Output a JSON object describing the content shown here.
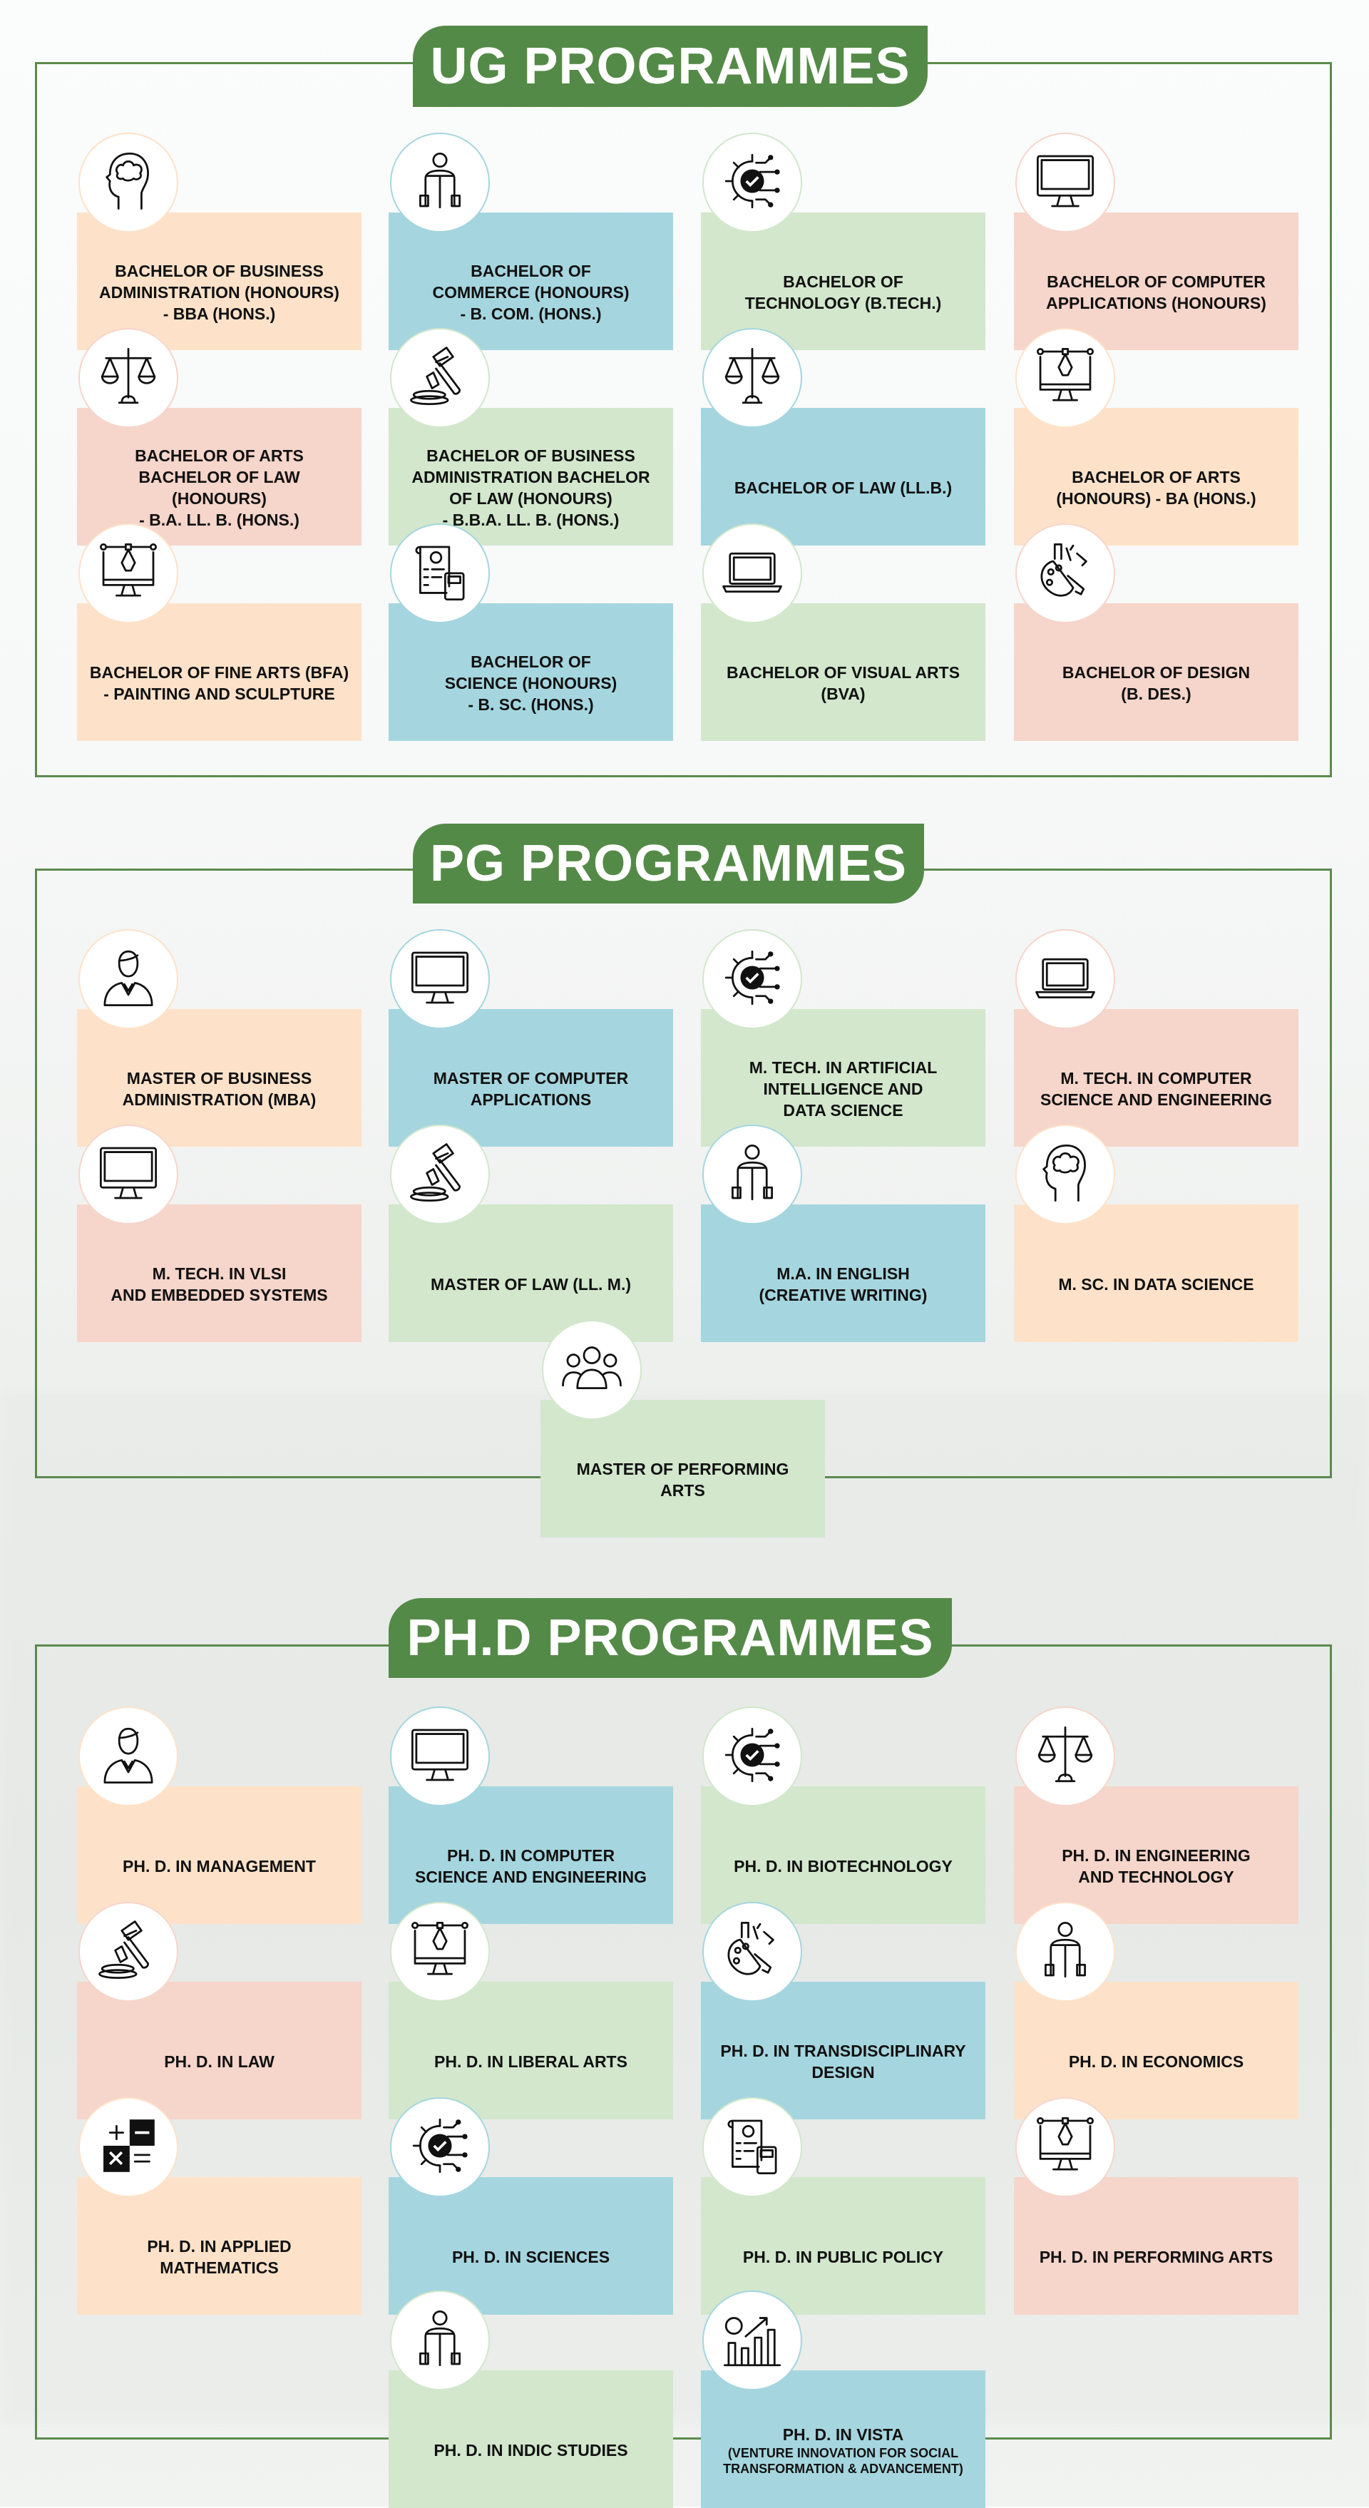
{
  "palette": {
    "peach": "#fde2c9",
    "blue": "#a5d6df",
    "green": "#d2e7cc",
    "pink": "#f6d5ca",
    "brand_green": "#548a47"
  },
  "sections": [
    {
      "title": "UG PROGRAMMES",
      "cards": [
        {
          "label": "BACHELOR OF BUSINESS\nADMINISTRATION (HONOURS)\n- BBA (HONS.)",
          "icon": "brain-head-icon",
          "color": "peach"
        },
        {
          "label": "BACHELOR OF\nCOMMERCE (HONOURS)\n- B. COM. (HONS.)",
          "icon": "reader-icon",
          "color": "blue"
        },
        {
          "label": "BACHELOR OF\nTECHNOLOGY (B.TECH.)",
          "icon": "gear-check-icon",
          "color": "green"
        },
        {
          "label": "BACHELOR OF COMPUTER\nAPPLICATIONS (HONOURS)",
          "icon": "monitor-icon",
          "color": "pink"
        },
        {
          "label": "BACHELOR OF ARTS\nBACHELOR OF LAW\n(HONOURS)\n- B.A. LL. B. (HONS.)",
          "icon": "scales-icon",
          "color": "pink"
        },
        {
          "label": "BACHELOR OF BUSINESS\nADMINISTRATION BACHELOR\nOF LAW (HONOURS)\n- B.B.A. LL. B. (HONS.)",
          "icon": "gavel-icon",
          "color": "green"
        },
        {
          "label": "BACHELOR OF LAW (LL.B.)",
          "icon": "scales-icon",
          "color": "blue"
        },
        {
          "label": "BACHELOR OF ARTS\n(HONOURS) - BA (HONS.)",
          "icon": "pen-monitor-icon",
          "color": "peach"
        },
        {
          "label": "BACHELOR OF FINE ARTS (BFA)\n- PAINTING AND SCULPTURE",
          "icon": "pen-monitor-icon",
          "color": "peach"
        },
        {
          "label": "BACHELOR OF\nSCIENCE (HONOURS)\n- B. SC. (HONS.)",
          "icon": "bill-calculator-icon",
          "color": "blue"
        },
        {
          "label": "BACHELOR OF VISUAL ARTS\n(BVA)",
          "icon": "laptop-icon",
          "color": "green"
        },
        {
          "label": "BACHELOR OF DESIGN\n(B. DES.)",
          "icon": "palette-icon",
          "color": "pink"
        }
      ]
    },
    {
      "title": "PG PROGRAMMES",
      "cards": [
        {
          "label": "MASTER OF BUSINESS\nADMINISTRATION (MBA)",
          "icon": "businessman-icon",
          "color": "peach"
        },
        {
          "label": "MASTER OF COMPUTER\nAPPLICATIONS",
          "icon": "monitor-icon",
          "color": "blue"
        },
        {
          "label": "M. TECH. IN ARTIFICIAL\nINTELLIGENCE AND\nDATA SCIENCE",
          "icon": "gear-check-icon",
          "color": "green"
        },
        {
          "label": "M. TECH. IN COMPUTER\nSCIENCE AND ENGINEERING",
          "icon": "laptop-icon",
          "color": "pink"
        },
        {
          "label": "M. TECH. IN VLSI\nAND EMBEDDED SYSTEMS",
          "icon": "monitor-icon",
          "color": "pink"
        },
        {
          "label": "MASTER OF LAW (LL. M.)",
          "icon": "gavel-icon",
          "color": "green"
        },
        {
          "label": "M.A. IN ENGLISH\n(CREATIVE WRITING)",
          "icon": "reader-icon",
          "color": "blue"
        },
        {
          "label": "M. SC. IN DATA SCIENCE",
          "icon": "brain-head-icon",
          "color": "peach"
        },
        {
          "label": "MASTER OF PERFORMING\nARTS",
          "icon": "group-icon",
          "color": "green"
        }
      ]
    },
    {
      "title": "PH.D PROGRAMMES",
      "cards": [
        {
          "label": "PH. D. IN MANAGEMENT",
          "icon": "businessman-icon",
          "color": "peach"
        },
        {
          "label": "PH. D. IN COMPUTER\nSCIENCE AND ENGINEERING",
          "icon": "monitor-icon",
          "color": "blue"
        },
        {
          "label": "PH. D. IN BIOTECHNOLOGY",
          "icon": "gear-check-icon",
          "color": "green"
        },
        {
          "label": "PH. D. IN ENGINEERING\nAND TECHNOLOGY",
          "icon": "scales-icon",
          "color": "pink"
        },
        {
          "label": "PH. D. IN LAW",
          "icon": "gavel-icon",
          "color": "pink"
        },
        {
          "label": "PH. D. IN LIBERAL ARTS",
          "icon": "pen-monitor-icon",
          "color": "green"
        },
        {
          "label": "PH. D. IN TRANSDISCIPLINARY\nDESIGN",
          "icon": "palette-icon",
          "color": "blue"
        },
        {
          "label": "PH. D. IN ECONOMICS",
          "icon": "reader-icon",
          "color": "peach"
        },
        {
          "label": "PH. D. IN APPLIED\nMATHEMATICS",
          "icon": "math-signs-icon",
          "color": "peach"
        },
        {
          "label": "PH. D. IN SCIENCES",
          "icon": "gear-check-icon",
          "color": "blue"
        },
        {
          "label": "PH. D. IN PUBLIC POLICY",
          "icon": "bill-calculator-icon",
          "color": "green"
        },
        {
          "label": "PH. D. IN PERFORMING ARTS",
          "icon": "pen-monitor-icon",
          "color": "pink"
        },
        {
          "label": "PH. D. IN INDIC STUDIES",
          "icon": "reader-icon",
          "color": "green"
        },
        {
          "label": "PH. D. IN VISTA",
          "sublabel": "(VENTURE INNOVATION FOR SOCIAL\nTRANSFORMATION & ADVANCEMENT)",
          "icon": "dollar-chart-icon",
          "color": "blue"
        }
      ]
    }
  ]
}
